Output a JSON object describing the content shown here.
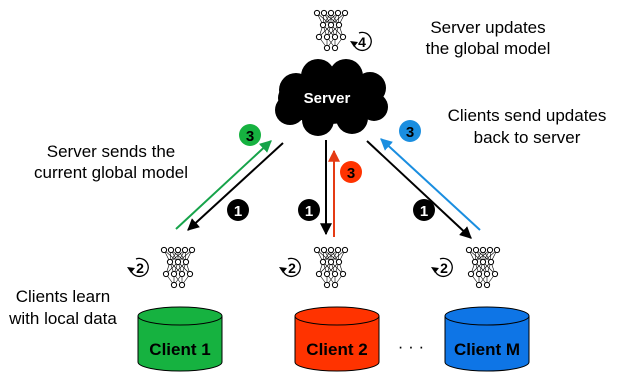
{
  "server": {
    "label": "Server"
  },
  "annotations": {
    "server_updates": [
      "Server updates",
      "the global model"
    ],
    "server_sends": [
      "Server sends the",
      "current global model"
    ],
    "clients_send": [
      "Clients send updates",
      "back to server"
    ],
    "clients_learn": [
      "Clients learn",
      "with local data"
    ]
  },
  "steps": {
    "one": "1",
    "two": "2",
    "three": "3",
    "four": "4"
  },
  "clients": [
    {
      "label": "Client 1",
      "color": "#16b240"
    },
    {
      "label": "Client 2",
      "color": "#ff3300"
    },
    {
      "label": "Client M",
      "color": "#0e75e6"
    }
  ],
  "ellipsis": "· · ·",
  "colors": {
    "cloud": "#000000",
    "down_arrow": "#000000",
    "green": "#16a34a",
    "red": "#e53b14",
    "blue": "#1a8ee0",
    "step_black": "#000000"
  }
}
